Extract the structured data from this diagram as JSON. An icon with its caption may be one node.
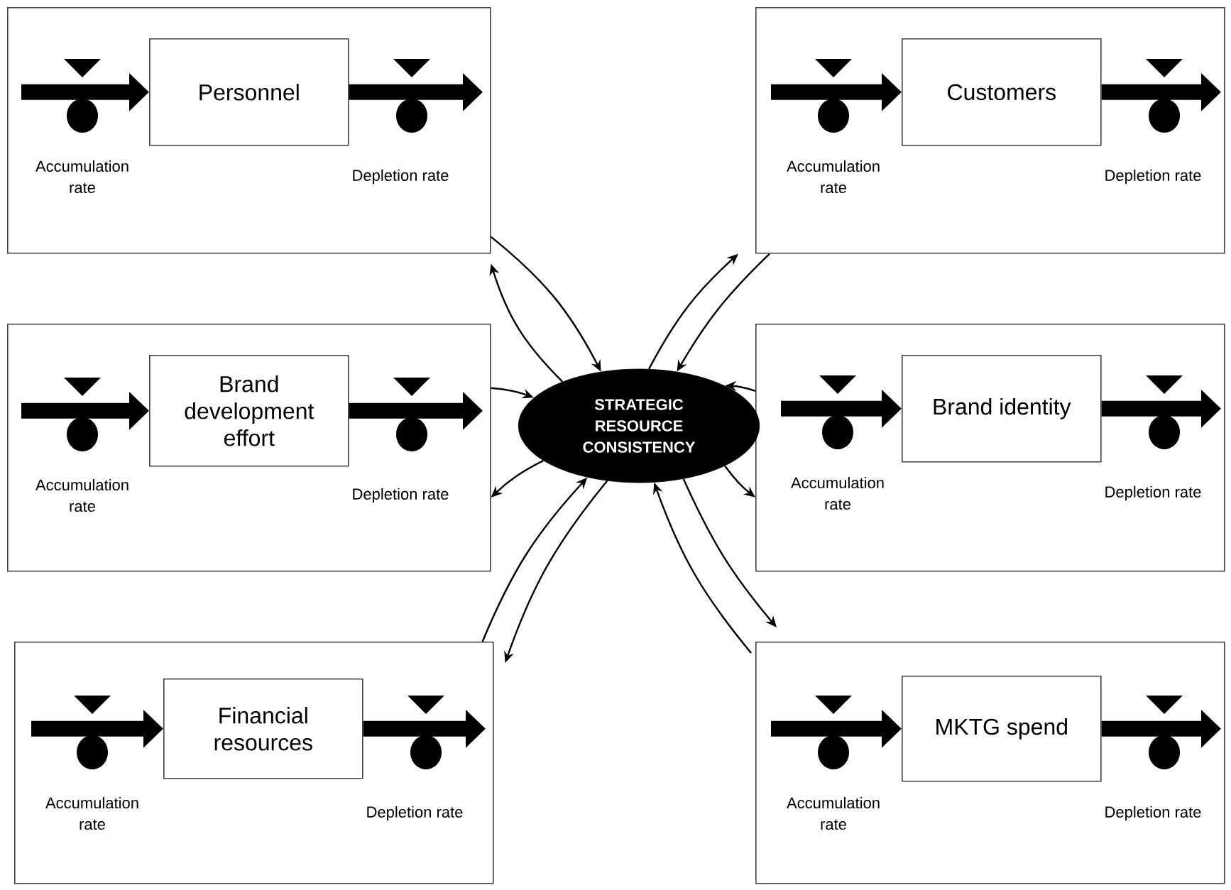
{
  "diagram": {
    "nodes": [
      {
        "text": [],
        "shape": "box"
      },
      {
        "text": [
          "Personnel"
        ],
        "in": 0
      },
      {
        "text": [],
        "shape": "box"
      },
      {
        "text": [
          "Customers"
        ],
        "in": 2
      },
      {
        "text": [],
        "shape": "box"
      },
      {
        "text": [
          "Brand development effort"
        ],
        "in": 4
      },
      {
        "text": [],
        "shape": "box"
      },
      {
        "text": [
          "Brand identity"
        ],
        "in": 6
      },
      {
        "text": [],
        "shape": "box"
      },
      {
        "text": [
          "Financial resources"
        ],
        "in": 8
      },
      {
        "text": [],
        "shape": "box"
      },
      {
        "text": [
          "MKTG spend"
        ],
        "in": 10
      },
      {
        "text": [
          "STRATEGIC RESOURCE CONSISTENCY"
        ]
      }
    ],
    "edges": [
      {
        "from": 0,
        "to": 12,
        "arrow": "to"
      },
      {
        "from": 12,
        "to": 0,
        "arrow": "to"
      },
      {
        "from": 12,
        "to": 2,
        "arrow": "to"
      },
      {
        "from": 2,
        "to": 12,
        "arrow": "to"
      },
      {
        "from": 4,
        "to": 12,
        "arrow": "to"
      },
      {
        "from": 12,
        "to": 4,
        "arrow": "to"
      },
      {
        "from": 6,
        "to": 12,
        "arrow": "to"
      },
      {
        "from": 12,
        "to": 6,
        "arrow": "to"
      },
      {
        "from": 12,
        "to": 8,
        "arrow": "to"
      },
      {
        "from": 8,
        "to": 12,
        "arrow": "to"
      },
      {
        "from": 12,
        "to": 10,
        "arrow": "to"
      },
      {
        "from": 10,
        "to": 12,
        "arrow": "to"
      },
      {
        "from": null,
        "to": 1,
        "arrow": "to",
        "style": "thick"
      },
      {
        "from": 1,
        "to": null,
        "arrow": "to",
        "style": "thick"
      },
      {
        "from": null,
        "to": 3,
        "arrow": "to",
        "style": "thick"
      },
      {
        "from": 3,
        "to": null,
        "arrow": "to",
        "style": "thick"
      },
      {
        "from": null,
        "to": 5,
        "arrow": "to",
        "style": "thick"
      },
      {
        "from": 5,
        "to": null,
        "arrow": "to",
        "style": "thick"
      },
      {
        "from": null,
        "to": 7,
        "arrow": "to",
        "style": "thick"
      },
      {
        "from": 7,
        "to": null,
        "arrow": "to",
        "style": "thick"
      },
      {
        "from": null,
        "to": 9,
        "arrow": "to",
        "style": "thick"
      },
      {
        "from": 9,
        "to": null,
        "arrow": "to",
        "style": "thick"
      },
      {
        "from": null,
        "to": 11,
        "arrow": "to",
        "style": "thick"
      },
      {
        "from": 11,
        "to": null,
        "arrow": "to",
        "style": "thick"
      }
    ],
    "labels": [
      "Accumulation rate",
      "Depletion rate",
      "Accumulation rate",
      "Depletion rate",
      "Accumulation rate",
      "Depletion rate",
      "Accumulation rate",
      "Depletion rate",
      "Accumulation rate",
      "Depletion rate",
      "Accumulation rate",
      "Depletion rate"
    ]
  }
}
